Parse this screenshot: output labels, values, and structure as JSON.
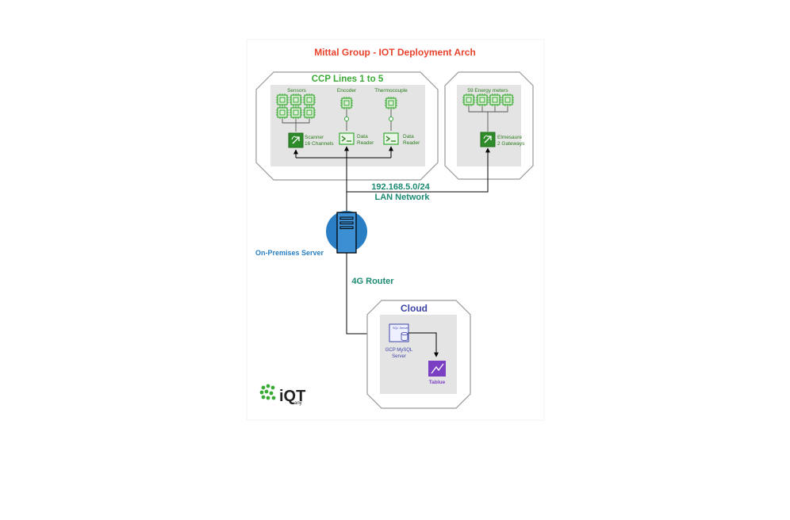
{
  "title": "Mittal Group - IOT Deployment Arch",
  "ccp": {
    "title": "CCP Lines 1 to 5",
    "sensors_label": "Sensors",
    "encoder_label": "Encoder",
    "thermocouple_label": "Thermocouple",
    "scanner_line1": "Scanner",
    "scanner_line2": "16 Channels",
    "reader1_line1": "Data",
    "reader1_line2": "Reader",
    "reader2_line1": "Data",
    "reader2_line2": "Reader"
  },
  "energy": {
    "meters_label": "59 Energy meters",
    "gateway_line1": "Elmesaure",
    "gateway_line2": "2 Gateways"
  },
  "network": {
    "subnet": "192.168.5.0/24",
    "lan": "LAN Network"
  },
  "server_label": "On-Premises Server",
  "router_label": "4G Router",
  "cloud": {
    "title": "Cloud",
    "sql_badge": "SQL Server",
    "mysql_line1": "GCP MySQL",
    "mysql_line2": "Server",
    "tableau_label": "Tablue"
  },
  "logo": {
    "text": "iQT",
    "sub": "any"
  },
  "colors": {
    "title_red": "#e8432d",
    "green": "#3aaa35",
    "dark_green": "#2e7d1f",
    "teal": "#1d8a73",
    "server_blue": "#2a7fc4",
    "cloud_blue": "#3c43a8",
    "tableau_purple": "#7b3fc4",
    "panel_gray": "#e4e4e4"
  }
}
